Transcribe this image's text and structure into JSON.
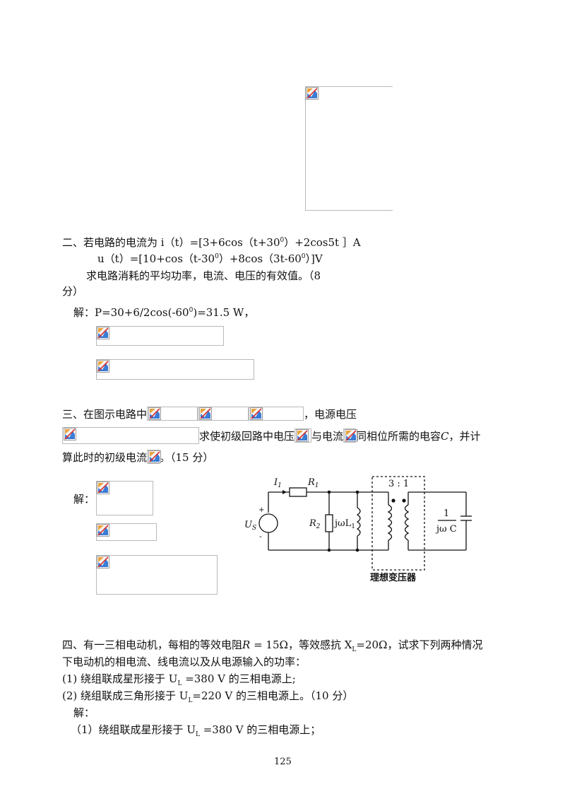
{
  "q2": {
    "line1_a": "二、若电路的电流为 i（t）=[3+6cos（t+30",
    "sup_a": "0",
    "line1_b": "）+2cos5t ］A",
    "line2_a": "u（t）=[10+cos（t-30",
    "sup_b": "0",
    "line2_b": "）+8cos（3t-60",
    "sup_c": "0",
    "line2_c": "）]V",
    "line3": "求电路消耗的平均功率，电流、电压的有效值。（8",
    "line4": "分）",
    "sol_a": "解：P=30+6/2cos(-60",
    "sol_sup": "0",
    "sol_b": ")=31.5 W，"
  },
  "q3": {
    "line1_a": "三、在图示电路中",
    "line1_b": "，电源电压",
    "line2_a": "求使初级回路中电压",
    "line2_b": "与电流",
    "line2_c": "同相位所需的电容",
    "cap_sym": "C",
    "line2_d": "，并计",
    "line3_a": "算此时的初级电流",
    "line3_b": "。（15 分）",
    "sol": "解："
  },
  "circuit": {
    "i_label": "I",
    "i_sub": "1",
    "r1_label": "R",
    "r1_sub": "1",
    "r2_label": "R",
    "r2_sub": "2",
    "l_label": "jωL",
    "l_sub": "1",
    "us_label": "U",
    "us_sub": "S",
    "plus": "+",
    "minus": "-",
    "ratio": "3 : 1",
    "cap_num": "1",
    "cap_den": "jω C",
    "transformer_caption": "理想变压器"
  },
  "q4": {
    "line1_a": "四、有一三相电动机，每相的等效电阻",
    "r_sym": "R",
    "line1_b": " = 15Ω，等效感抗 X",
    "xl_sub": "L",
    "line1_c": "=20Ω，试求下列两种情况",
    "line2": "下电动机的相电流、线电流以及从电源输入的功率：",
    "line3_a": "(1) 绕组联成星形接于 U",
    "ul_sub1": "L",
    "line3_b": " =380 V 的三相电源上;",
    "line4_a": "(2) 绕组联成三角形接于 U",
    "ul_sub2": "L",
    "line4_b": "=220 V 的三相电源上。（10 分）",
    "sol": "解：",
    "line5_a": "（1）绕组联成星形接于 U",
    "ul_sub3": "L",
    "line5_b": " =380 V 的三相电源上；"
  },
  "page_number": "125"
}
